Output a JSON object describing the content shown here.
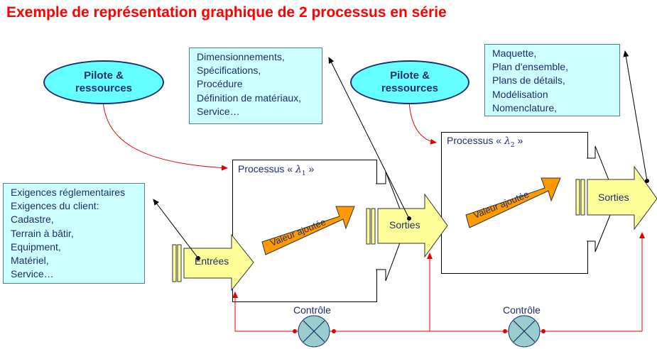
{
  "title": "Exemple de représentation graphique de 2 processus en série",
  "inputs_box": [
    "Exigences réglementaires",
    "Exigences du client:",
    "Cadastre,",
    "Terrain à bâtir,",
    "Equipment,",
    "Matériel,",
    "Service…"
  ],
  "middle_box": [
    "Dimensionnements,",
    "Spécifications,",
    "Procédure",
    "Définition de matériaux,",
    "Service…"
  ],
  "right_box": [
    "Maquette,",
    "Plan d'ensemble,",
    "Plans de détails,",
    "Modélisation",
    "Nomenclature,"
  ],
  "pilot1": {
    "line1": "Pilote &",
    "line2": "ressources"
  },
  "pilot2": {
    "line1": "Pilote &",
    "line2": "ressources"
  },
  "process1": {
    "prefix": "Processus «",
    "symbol": "λ",
    "sub": "1",
    "suffix": "»"
  },
  "process2": {
    "prefix": "Processus «",
    "symbol": "λ",
    "sub": "2",
    "suffix": "»"
  },
  "labels": {
    "entrees": "Entrées",
    "sorties1": "Sorties",
    "sorties2": "Sorties",
    "valeur1": "Valeur ajoutée",
    "valeur2": "Valeur ajoutée",
    "controle1": "Contrôle",
    "controle2": "Contrôle"
  },
  "colors": {
    "title": "#ff0000",
    "box_fill": "#ccffff",
    "pilot_fill": "#66ffff",
    "arrow_fill": "#ffff99",
    "value_arrow": "#ff9900",
    "control_line": "#e00000",
    "control_fill": "#99cccc",
    "text": "#1f2f6b"
  }
}
